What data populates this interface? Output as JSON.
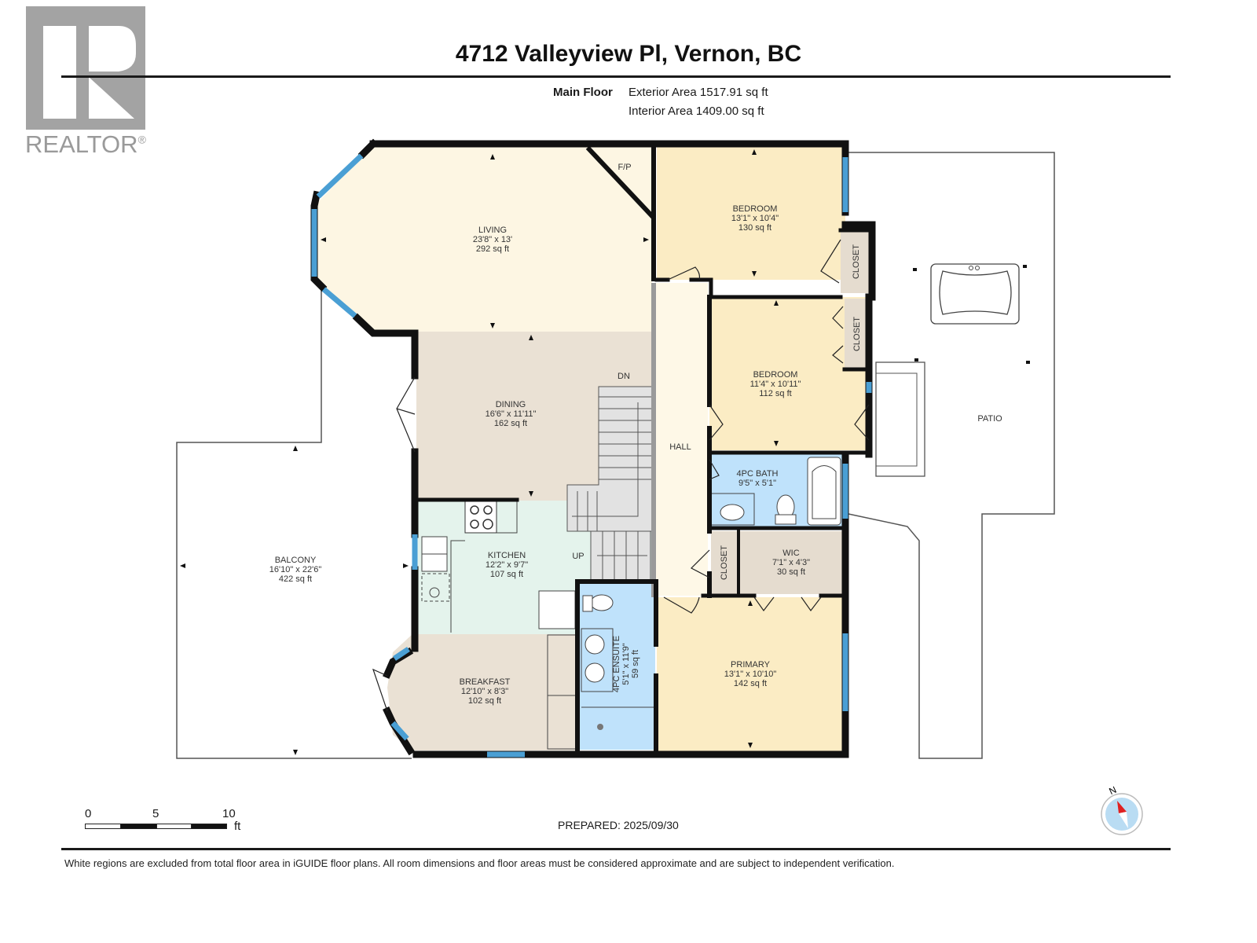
{
  "branding": {
    "logo_letter": "R",
    "logo_word": "REALTOR",
    "registered_mark": "®"
  },
  "header": {
    "title": "4712 Valleyview Pl, Vernon, BC",
    "floor_name": "Main Floor",
    "exterior_area": "Exterior Area 1517.91 sq ft",
    "interior_area": "Interior Area 1409.00 sq ft"
  },
  "colors": {
    "wall": "#111111",
    "window": "#4a9fd4",
    "living": "#fdf6e3",
    "bedroom": "#fbecc4",
    "dining": "#eae1d4",
    "kitchen": "#e4f3ec",
    "bath": "#bfe2fb",
    "closet": "#e5dccf",
    "hall": "#fef8e7",
    "stairs": "#e2e2e2",
    "compass_red": "#e02020",
    "compass_blue": "#b9dcf3"
  },
  "rooms": [
    {
      "id": "living",
      "name": "LIVING",
      "dims": "23'8\" x 13'",
      "area": "292 sq ft"
    },
    {
      "id": "bedroom1",
      "name": "BEDROOM",
      "dims": "13'1\" x 10'4\"",
      "area": "130 sq ft"
    },
    {
      "id": "bedroom2",
      "name": "BEDROOM",
      "dims": "11'4\" x 10'11\"",
      "area": "112 sq ft"
    },
    {
      "id": "dining",
      "name": "DINING",
      "dims": "16'6\" x 11'11\"",
      "area": "162 sq ft"
    },
    {
      "id": "kitchen",
      "name": "KITCHEN",
      "dims": "12'2\" x 9'7\"",
      "area": "107 sq ft"
    },
    {
      "id": "breakfast",
      "name": "BREAKFAST",
      "dims": "12'10\" x 8'3\"",
      "area": "102 sq ft"
    },
    {
      "id": "balcony",
      "name": "BALCONY",
      "dims": "16'10\" x 22'6\"",
      "area": "422 sq ft"
    },
    {
      "id": "bath",
      "name": "4PC BATH",
      "dims": "9'5\" x 5'1\"",
      "area": ""
    },
    {
      "id": "ensuite",
      "name": "4PC ENSUITE",
      "dims": "5'1\" x 11'9\"",
      "area": "59 sq ft"
    },
    {
      "id": "wic",
      "name": "WIC",
      "dims": "7'1\" x 4'3\"",
      "area": "30 sq ft"
    },
    {
      "id": "primary",
      "name": "PRIMARY",
      "dims": "13'1\" x 10'10\"",
      "area": "142 sq ft"
    }
  ],
  "labels": {
    "fireplace": "F/P",
    "closet": "CLOSET",
    "hall": "HALL",
    "patio": "PATIO",
    "stairs_down": "DN",
    "stairs_up": "UP"
  },
  "scale": {
    "ticks": [
      "0",
      "5",
      "10"
    ],
    "unit": "ft"
  },
  "compass": {
    "north_label": "N"
  },
  "footer": {
    "prepared": "PREPARED: 2025/09/30",
    "disclaimer": "White regions are excluded from total floor area in iGUIDE floor plans. All room dimensions and floor areas must be considered approximate and are subject to independent verification."
  }
}
